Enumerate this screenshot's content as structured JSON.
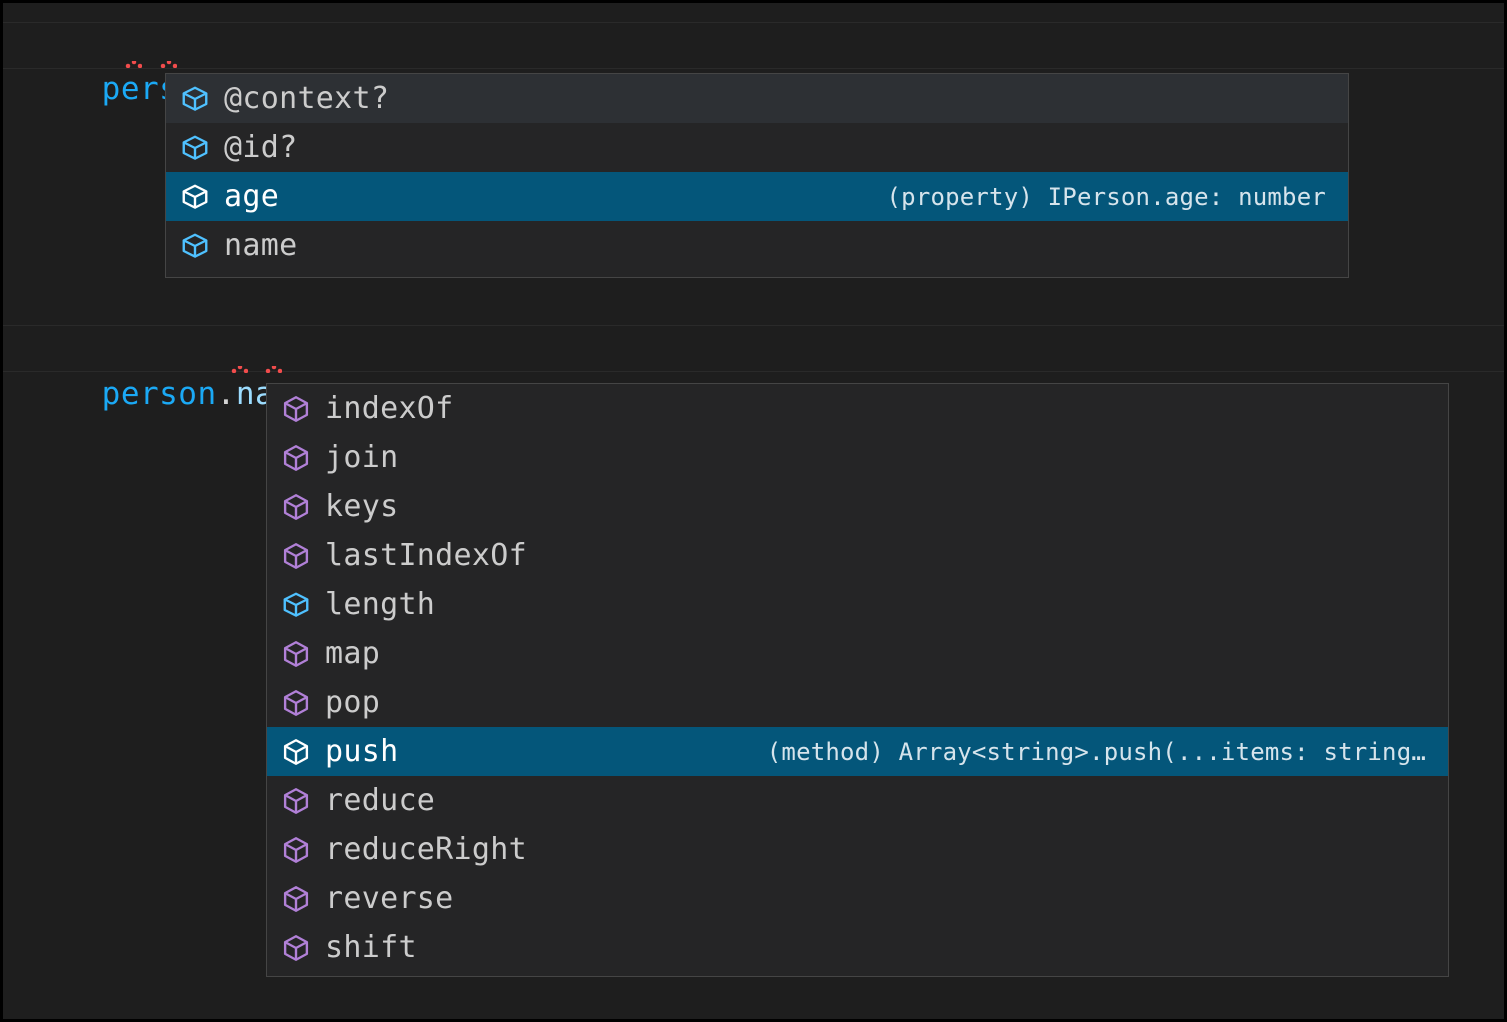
{
  "editor": {
    "theme_background": "#1e1e1e",
    "lines": [
      {
        "id": "line-1",
        "segments": [
          {
            "text": "person",
            "kind": "variable",
            "color": "#1ba9f5"
          },
          {
            "text": ".",
            "kind": "punctuation",
            "color": "#d4d4d4",
            "error": true
          },
          {
            "text": ";",
            "kind": "punctuation",
            "color": "#d4d4d4",
            "error": true
          }
        ],
        "full_text": "person.;"
      },
      {
        "id": "line-2",
        "segments": [
          {
            "text": "person",
            "kind": "variable",
            "color": "#1ba9f5"
          },
          {
            "text": ".",
            "kind": "punctuation",
            "color": "#d4d4d4"
          },
          {
            "text": "name",
            "kind": "property",
            "color": "#9cdcfe"
          },
          {
            "text": ".",
            "kind": "punctuation",
            "color": "#d4d4d4",
            "error": true
          },
          {
            "text": ";",
            "kind": "punctuation",
            "color": "#d4d4d4",
            "error": true
          }
        ],
        "full_text": "person.name.;"
      }
    ]
  },
  "colors": {
    "selection_blue": "#04567a",
    "popup_background": "#252526",
    "popup_first_row": "#2d3034",
    "popup_border": "#454545",
    "property_icon": "#4fc1ff",
    "method_icon": "#b180d7",
    "error_squiggle": "#f14c4c",
    "label_text": "#cccccc",
    "detail_text": "#bfcfd8"
  },
  "suggest_widgets": [
    {
      "id": "popup-properties",
      "name": "person-members-suggestions",
      "items": [
        {
          "label": "@context?",
          "icon": "property-cube-icon",
          "icon_kind": "property",
          "detail": "",
          "selected": false
        },
        {
          "label": "@id?",
          "icon": "property-cube-icon",
          "icon_kind": "property",
          "detail": "",
          "selected": false
        },
        {
          "label": "age",
          "icon": "property-cube-icon",
          "icon_kind": "property",
          "detail": "(property) IPerson.age: number",
          "selected": true
        },
        {
          "label": "name",
          "icon": "property-cube-icon",
          "icon_kind": "property",
          "detail": "",
          "selected": false
        }
      ]
    },
    {
      "id": "popup-array-members",
      "name": "array-members-suggestions",
      "items": [
        {
          "label": "indexOf",
          "icon": "method-cube-icon",
          "icon_kind": "method",
          "detail": "",
          "selected": false
        },
        {
          "label": "join",
          "icon": "method-cube-icon",
          "icon_kind": "method",
          "detail": "",
          "selected": false
        },
        {
          "label": "keys",
          "icon": "method-cube-icon",
          "icon_kind": "method",
          "detail": "",
          "selected": false
        },
        {
          "label": "lastIndexOf",
          "icon": "method-cube-icon",
          "icon_kind": "method",
          "detail": "",
          "selected": false
        },
        {
          "label": "length",
          "icon": "property-cube-icon",
          "icon_kind": "property",
          "detail": "",
          "selected": false
        },
        {
          "label": "map",
          "icon": "method-cube-icon",
          "icon_kind": "method",
          "detail": "",
          "selected": false
        },
        {
          "label": "pop",
          "icon": "method-cube-icon",
          "icon_kind": "method",
          "detail": "",
          "selected": false
        },
        {
          "label": "push",
          "icon": "method-cube-icon",
          "icon_kind": "method",
          "detail": "(method) Array<string>.push(...items: string…",
          "selected": true
        },
        {
          "label": "reduce",
          "icon": "method-cube-icon",
          "icon_kind": "method",
          "detail": "",
          "selected": false
        },
        {
          "label": "reduceRight",
          "icon": "method-cube-icon",
          "icon_kind": "method",
          "detail": "",
          "selected": false
        },
        {
          "label": "reverse",
          "icon": "method-cube-icon",
          "icon_kind": "method",
          "detail": "",
          "selected": false
        },
        {
          "label": "shift",
          "icon": "method-cube-icon",
          "icon_kind": "method",
          "detail": "",
          "selected": false
        }
      ]
    }
  ]
}
